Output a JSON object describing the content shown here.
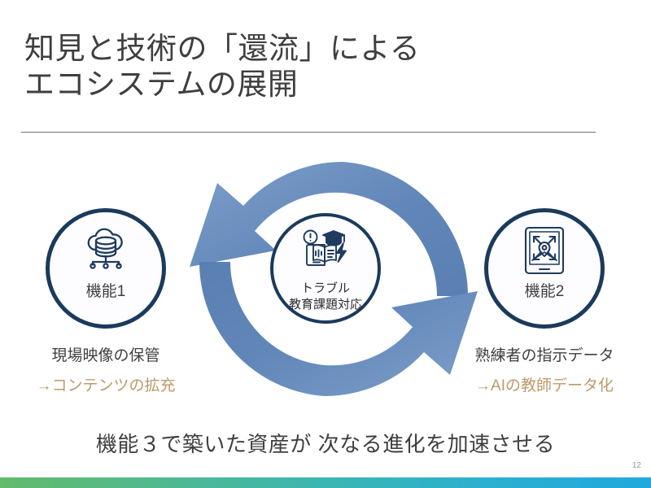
{
  "slide": {
    "title_lines": [
      "知見と技術の「還流」による",
      "エコシステムの展開"
    ],
    "summary": "機能３で築いた資産が  次なる進化を加速させる",
    "page_number": "12"
  },
  "nodes": {
    "left": {
      "icon": "cloud-database-icon",
      "label": "機能1",
      "caption_main": "現場映像の保管",
      "caption_arrow": "→コンテンツの拡充"
    },
    "center": {
      "icon": "book-graduation-lightning-icon",
      "label_line1": "トラブル",
      "label_line2": "教育課題対応"
    },
    "right": {
      "icon": "tablet-location-expand-icon",
      "label": "機能2",
      "caption_main": "熟練者の指示データ",
      "caption_arrow": "→AIの教師データ化"
    }
  },
  "cycle": {
    "top_arrow_name": "counterclockwise-top-arrow",
    "bottom_arrow_name": "clockwise-bottom-arrow"
  },
  "colors": {
    "ring": "#1b3a5c",
    "arrow_blue": "#6186b8",
    "accent_gold": "#bc9a6a",
    "text_dark": "#3f3f41",
    "rule": "#6f6f71",
    "footer_green": "#63bb6b",
    "footer_blue": "#21a8dd"
  }
}
